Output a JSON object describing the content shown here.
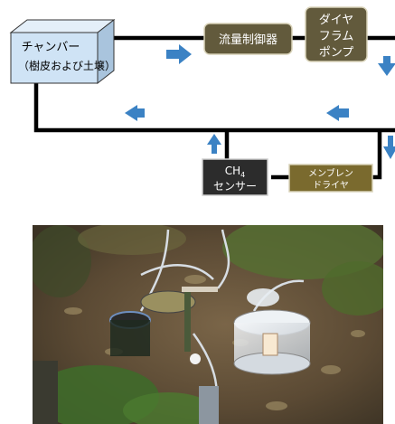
{
  "diagram": {
    "chamber": {
      "title": "チャンバー",
      "subtitle": "（樹皮および土壌）"
    },
    "flow_controller": {
      "label": "流量制御器"
    },
    "diaphragm_pump": {
      "lines": [
        "ダイヤ",
        "フラム",
        "ポンプ"
      ]
    },
    "ch4_sensor": {
      "formula": "CH",
      "subscript": "4",
      "label": "センサー"
    },
    "membrane_dryer": {
      "lines": [
        "メンブレン",
        "ドライヤ"
      ]
    }
  },
  "colors": {
    "box_fill": "#625a3c",
    "sensor_fill": "#2c2c2c",
    "dryer_fill": "#7a6a2e",
    "arrow": "#3b82c4",
    "line": "#000000",
    "chamber_fill": "#cfe3f5"
  },
  "photo": {
    "subject": "field-measurement-setup-photo"
  }
}
